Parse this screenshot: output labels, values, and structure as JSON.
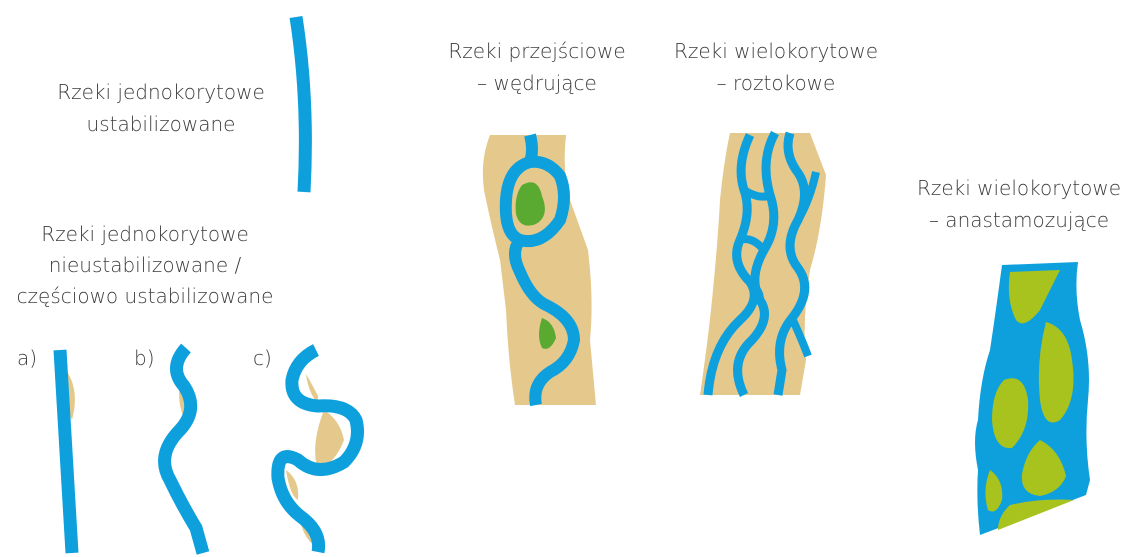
{
  "labels": {
    "single_stable": [
      "Rzeki jednokorytowe",
      "ustabilizowane"
    ],
    "single_unstable": [
      "Rzeki jednokorytowe",
      "nieustabilizowane /",
      "częściowo ustabilizowane"
    ],
    "transitional": [
      "Rzeki przejściowe",
      "– wędrujące"
    ],
    "braided": [
      "Rzeki wielokorytowe",
      "– roztokowe"
    ],
    "anastomosing": [
      "Rzeki wielokorytowe",
      "– anastamozujące"
    ]
  },
  "sublabels": {
    "a": "a)",
    "b": "b)",
    "c": "c)"
  },
  "colors": {
    "water": "#0ea0dd",
    "sand": "#e5c98c",
    "vegetation_dark": "#5aaa32",
    "vegetation_light": "#a8c21e",
    "text": "#3c3c3c"
  }
}
